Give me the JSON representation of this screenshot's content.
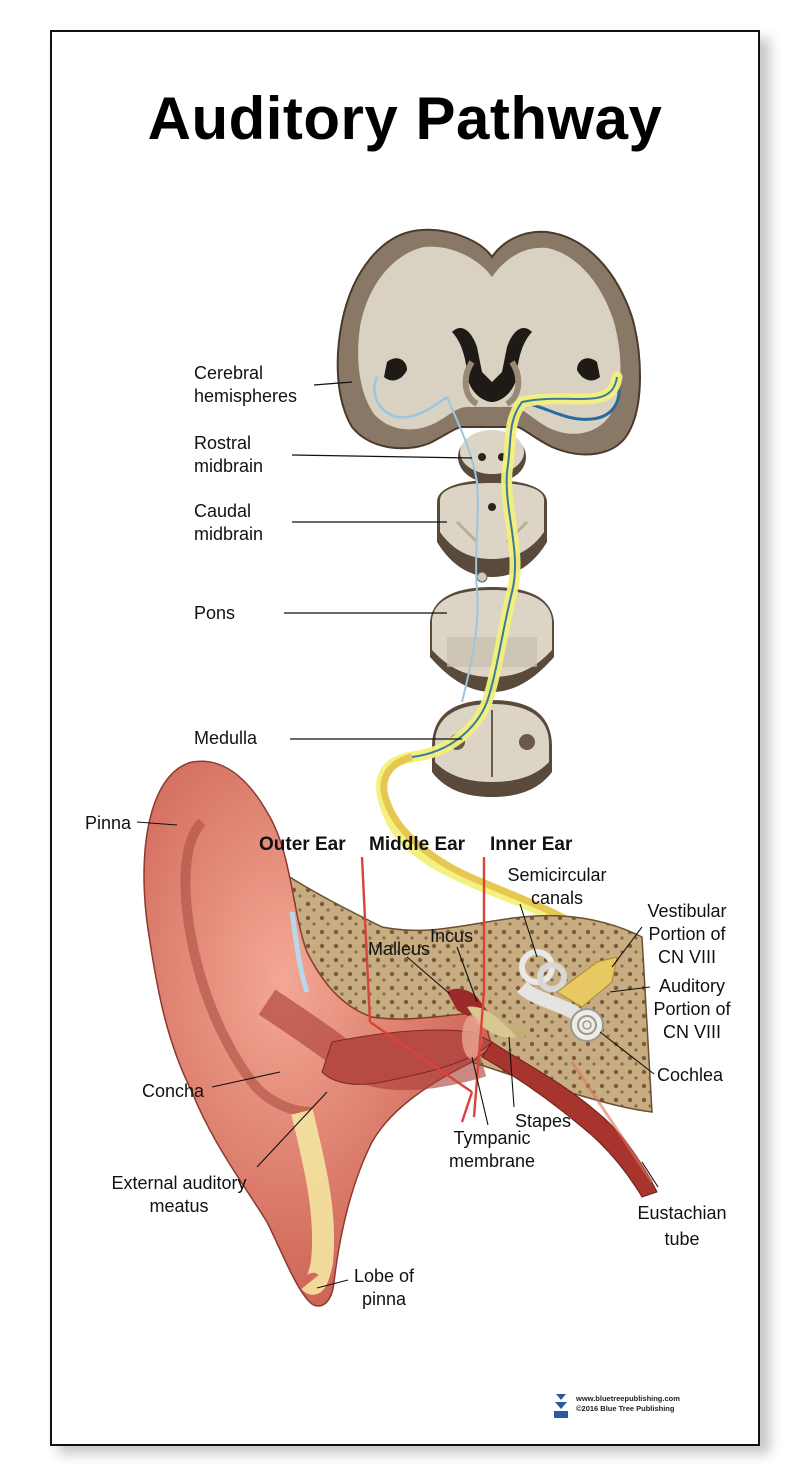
{
  "title": "Auditory Pathway",
  "brain_labels": {
    "cerebral_hemispheres": [
      "Cerebral",
      "hemispheres"
    ],
    "rostral_midbrain": [
      "Rostral",
      "midbrain"
    ],
    "caudal_midbrain": [
      "Caudal",
      "midbrain"
    ],
    "pons": "Pons",
    "medulla": "Medulla"
  },
  "section_headers": {
    "outer": "Outer Ear",
    "middle": "Middle Ear",
    "inner": "Inner Ear"
  },
  "ear_labels": {
    "pinna": "Pinna",
    "semicircular_canals": [
      "Semicircular",
      "canals"
    ],
    "incus": "Incus",
    "malleus": "Malleus",
    "vestibular": [
      "Vestibular",
      "Portion of",
      "CN VIII"
    ],
    "auditory": [
      "Auditory",
      "Portion of",
      "CN VIII"
    ],
    "cochlea": "Cochlea",
    "concha": "Concha",
    "stapes": "Stapes",
    "tympanic": [
      "Tympanic",
      "membrane"
    ],
    "external_meatus": [
      "External auditory",
      "meatus"
    ],
    "eustachian": [
      "Eustachian",
      "tube"
    ],
    "lobe": [
      "Lobe of",
      "pinna"
    ]
  },
  "footer": {
    "url": "www.bluetreepublishing.com",
    "copyright": "©2016 Blue Tree Publishing"
  },
  "colors": {
    "brain_gray": "#8a7a68",
    "brain_white": "#dcd6c8",
    "pathway_yellow": "#f2f07a",
    "pathway_blue": "#8cc8e8",
    "ear_skin": "#e07a68",
    "bone": "#c8b088",
    "divider_red": "#d8443a"
  }
}
